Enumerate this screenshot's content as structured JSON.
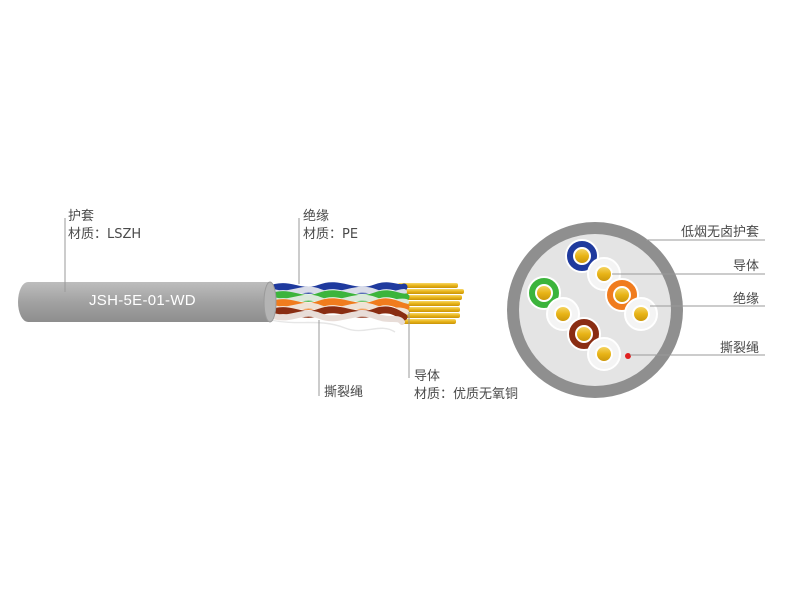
{
  "cable": {
    "model": "JSH-5E-01-WD",
    "jacket": {
      "title": "护套",
      "material": "材质：LSZH"
    },
    "insulation": {
      "title": "绝缘",
      "material": "材质：PE"
    },
    "ripcord": {
      "title": "撕裂绳"
    },
    "conductor": {
      "title": "导体",
      "material": "材质：优质无氧铜"
    }
  },
  "cross_section": {
    "labels": {
      "jacket": "低烟无卤护套",
      "conductor": "导体",
      "insulation": "绝缘",
      "ripcord": "撕裂绳"
    }
  },
  "colors": {
    "jacket": "#8f8f8f",
    "jacket_side": "#a3a3a3",
    "core_background": "#e4e4e4",
    "copper": "#f2c500",
    "pair_blue": "#1f3a9e",
    "pair_green": "#3cb43c",
    "pair_orange": "#f07c1e",
    "pair_brown": "#8a2d12",
    "ripcord": "#e02020",
    "leader_line": "#9a9a9a"
  }
}
